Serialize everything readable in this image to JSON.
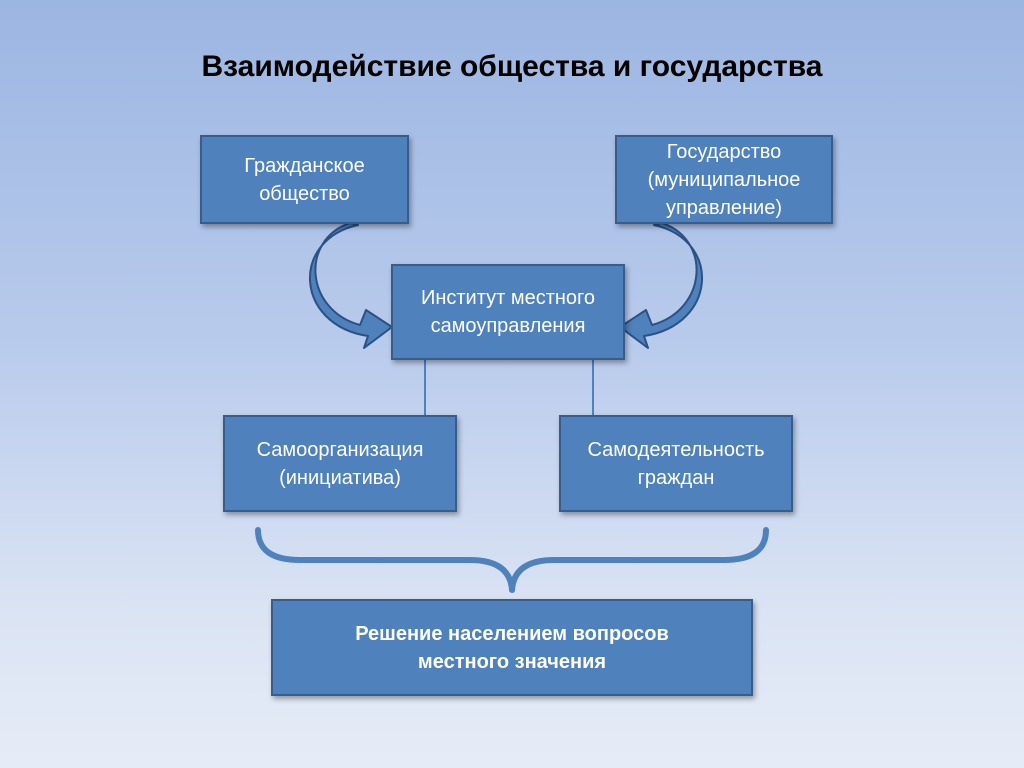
{
  "title": "Взаимодействие общества и государства",
  "nodes": {
    "civil_society": [
      "Гражданское",
      "общество"
    ],
    "state": [
      "Государство",
      "(муниципальное",
      "управление)"
    ],
    "institute": [
      "Институт местного",
      "самоуправления"
    ],
    "self_organization": [
      "Самоорганизация",
      "(инициатива)"
    ],
    "self_activity": [
      "Самодеятельность",
      "граждан"
    ],
    "result": [
      "Решение населением вопросов",
      "местного значения"
    ]
  },
  "colors": {
    "box_fill": "#4f81bd",
    "box_border": "#385d8a",
    "arrow_fill": "#4f81bd",
    "line": "#4f81bd"
  }
}
